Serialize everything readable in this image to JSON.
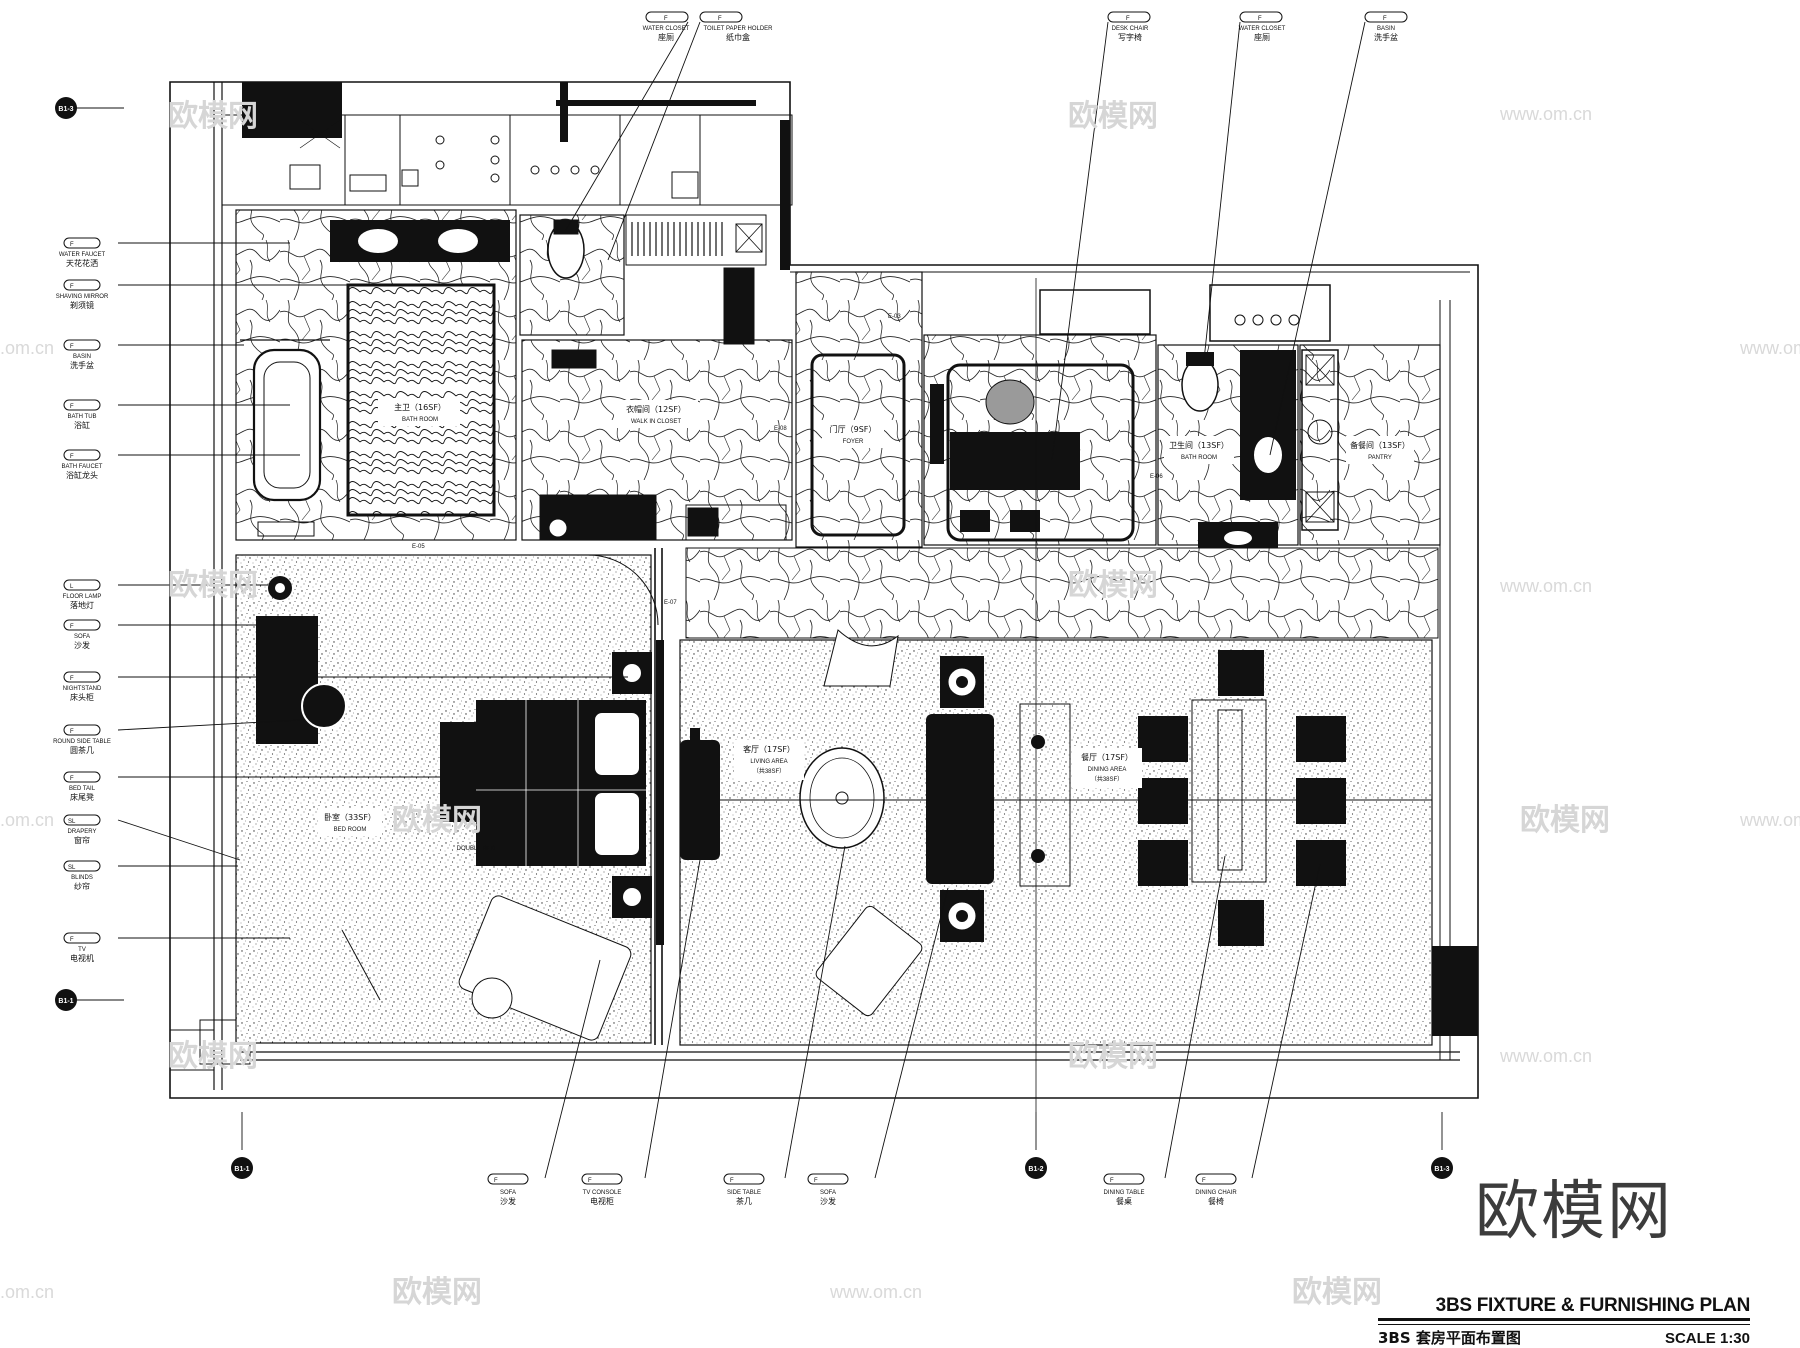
{
  "title": {
    "english": "3BS FIXTURE & FURNISHING PLAN",
    "chinese": "3BS 套房平面布置图",
    "scale": "SCALE   1:30"
  },
  "brand": "欧模网",
  "watermarks": {
    "text": "欧模网",
    "url": "www.om.cn",
    "url_short": ".om.cn"
  },
  "axes": {
    "left_top": "B1-3",
    "left_bottom": "B1-1",
    "bottom_left": "B1-1",
    "bottom_mid": "B1-2",
    "bottom_right": "B1-3"
  },
  "tags": {
    "water_closet": {
      "code": "F",
      "en": "WATER CLOSET",
      "cn": "座厕"
    },
    "toilet_paper": {
      "code": "F",
      "en": "TOILET PAPER HOLDER",
      "cn": "纸巾盒"
    },
    "desk_chair": {
      "code": "F",
      "en": "DESK CHAIR",
      "cn": "写字椅"
    },
    "water_closet_2": {
      "code": "F",
      "en": "WATER CLOSET",
      "cn": "座厕"
    },
    "basin_top": {
      "code": "F",
      "en": "BASIN",
      "cn": "洗手盆"
    },
    "water_faucet": {
      "code": "F",
      "en": "WATER FAUCET",
      "cn": "天花花洒"
    },
    "shaving_mirror": {
      "code": "F",
      "en": "SHAVING MIRROR",
      "cn": "剃须镜"
    },
    "basin_left": {
      "code": "F",
      "en": "BASIN",
      "cn": "洗手盆"
    },
    "bath_tub": {
      "code": "F",
      "en": "BATH TUB",
      "cn": "浴缸"
    },
    "bath_faucet": {
      "code": "F",
      "en": "BATH FAUCET",
      "cn": "浴缸龙头"
    },
    "floor_lamp": {
      "code": "L",
      "en": "FLOOR LAMP",
      "cn": "落地灯"
    },
    "sofa_left": {
      "code": "F",
      "en": "SOFA",
      "cn": "沙发"
    },
    "nightstand": {
      "code": "F",
      "en": "NIGHTSTAND",
      "cn": "床头柜"
    },
    "round_side_table": {
      "code": "F",
      "en": "ROUND SIDE TABLE",
      "cn": "圆茶几"
    },
    "bed_tail": {
      "code": "F",
      "en": "BED TAIL",
      "cn": "床尾凳"
    },
    "drapery": {
      "code": "SL",
      "en": "DRAPERY",
      "cn": "窗帘"
    },
    "blinds": {
      "code": "SL",
      "en": "BLINDS",
      "cn": "纱帘"
    },
    "tv": {
      "code": "F",
      "en": "TV",
      "cn": "电视机"
    },
    "sofa_b1": {
      "code": "F",
      "en": "SOFA",
      "cn": "沙发"
    },
    "tv_console": {
      "code": "F",
      "en": "TV CONSOLE",
      "cn": "电视柜"
    },
    "side_table": {
      "code": "F",
      "en": "SIDE TABLE",
      "cn": "茶几"
    },
    "sofa_b2": {
      "code": "F",
      "en": "SOFA",
      "cn": "沙发"
    },
    "dining_table": {
      "code": "F",
      "en": "DINING TABLE",
      "cn": "餐桌"
    },
    "dining_chair": {
      "code": "F",
      "en": "DINING CHAIR",
      "cn": "餐椅"
    }
  },
  "rooms": {
    "master_bath": {
      "cn": "主卫（16SF）",
      "en": "BATH ROOM"
    },
    "closet": {
      "cn": "衣帽间（12SF）",
      "en": "WALK IN CLOSET"
    },
    "foyer": {
      "cn": "门厅（9SF）",
      "en": "FOYER"
    },
    "bath": {
      "cn": "卫生间（13SF）",
      "en": "BATH ROOM"
    },
    "pantry": {
      "cn": "备餐间（13SF）",
      "en": "PANTRY"
    },
    "bedroom": {
      "cn": "卧室（33SF）",
      "en": "BED ROOM"
    },
    "bed": {
      "en": "DOUBLE BED"
    },
    "living": {
      "cn": "客厅（17SF）",
      "en": "LIVING AREA",
      "area": "（共38SF）"
    },
    "dining": {
      "cn": "餐厅（17SF）",
      "en": "DINING AREA",
      "area": "（共38SF）"
    }
  },
  "elevation_marks": [
    "E-03",
    "E-05",
    "E-06",
    "E-07",
    "E-08"
  ]
}
